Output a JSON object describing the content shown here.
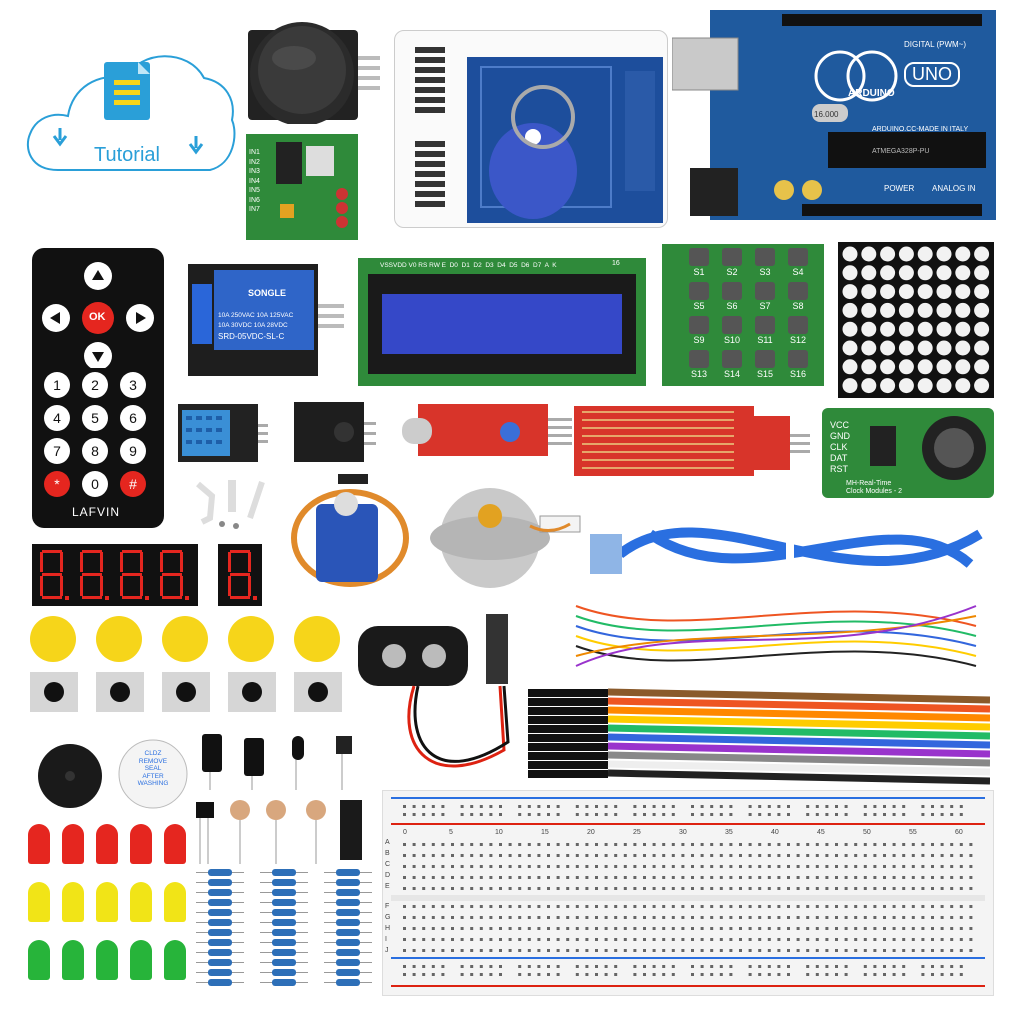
{
  "tutorial": {
    "label": "Tutorial"
  },
  "arduino": {
    "brand": "ARDUINO",
    "model": "UNO",
    "digital_label": "DIGITAL (PWM~)",
    "made_in": "ARDUINO.CC-MADE IN ITALY",
    "crystal": "16.000",
    "power_label": "POWER",
    "analog_label": "ANALOG IN",
    "chip_label": "ATMEGA328P-PU"
  },
  "lcd": {
    "pin_labels": "VSSVDD V0 RS RW E  D0  D1  D2  D3  D4  D5  D6  D7  A  K",
    "pin_count": "16"
  },
  "keypad": {
    "keys": [
      "S1",
      "S2",
      "S3",
      "S4",
      "S5",
      "S6",
      "S7",
      "S8",
      "S9",
      "S10",
      "S11",
      "S12",
      "S13",
      "S14",
      "S15",
      "S16"
    ]
  },
  "relay": {
    "brand": "SONGLE",
    "rating_1": "10A 250VAC 10A 125VAC",
    "rating_2": "10A  30VDC 10A  28VDC",
    "model": "SRD-05VDC-SL-C"
  },
  "remote": {
    "ok_label": "OK",
    "keys": [
      "1",
      "2",
      "3",
      "4",
      "5",
      "6",
      "7",
      "8",
      "9",
      "*",
      "0",
      "#"
    ],
    "brand": "LAFVIN"
  },
  "rtc": {
    "pins": [
      "VCC",
      "GND",
      "CLK",
      "DAT",
      "RST"
    ],
    "caption_1": "MH-Real-Time",
    "caption_2": "Clock Modules - 2"
  },
  "buzzer": {
    "text_1": "CLDZ",
    "text_2": "REMOVE",
    "text_3": "SEAL",
    "text_4": "AFTER",
    "text_5": "WASHING"
  },
  "sensor_board": {
    "pins": [
      "IN1",
      "IN2",
      "IN3",
      "IN4",
      "IN5",
      "IN6",
      "IN7"
    ]
  },
  "breadboard": {
    "top_numbers": [
      "0",
      "5",
      "10",
      "15",
      "20",
      "25",
      "30",
      "35",
      "40",
      "45",
      "50",
      "55",
      "60"
    ],
    "rows_top": [
      "A",
      "B",
      "C",
      "D",
      "E"
    ],
    "rows_bottom": [
      "F",
      "G",
      "H",
      "I",
      "J"
    ]
  },
  "colors": {
    "board_blue": "#1f5a9e",
    "pcb_green": "#2f8a3a",
    "sensor_red": "#d8342a",
    "lcd_blue": "#3548c8",
    "led_red": "#e5261f",
    "led_yellow": "#f1e417",
    "led_green": "#27b43a",
    "cap_yellow": "#f6d51a"
  }
}
